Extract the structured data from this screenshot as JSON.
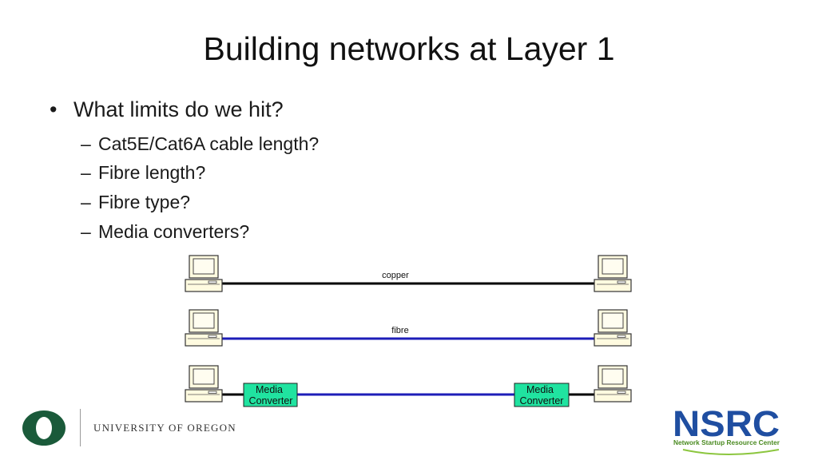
{
  "slide": {
    "title": "Building networks at Layer 1",
    "bullet": "What limits do we hit?",
    "sub_bullets": [
      "Cat5E/Cat6A cable length?",
      "Fibre length?",
      "Fibre type?",
      "Media converters?"
    ]
  },
  "diagram": {
    "links": [
      {
        "label": "copper",
        "color": "#000000"
      },
      {
        "label": "fibre",
        "color": "#1d1db8"
      },
      {
        "label": "",
        "color": "#1d1db8"
      }
    ],
    "media_converter": {
      "line1": "Media",
      "line2": "Converter",
      "fill": "#20e3a0"
    }
  },
  "footer": {
    "university": "UNIVERSITY OF OREGON",
    "uo_color": "#1a5a3a",
    "nsrc_logo_text": "NSRC",
    "nsrc_subtitle": "Network Startup Resource Center",
    "nsrc_color": "#1f4ea1",
    "nsrc_accent": "#8cc63f"
  }
}
